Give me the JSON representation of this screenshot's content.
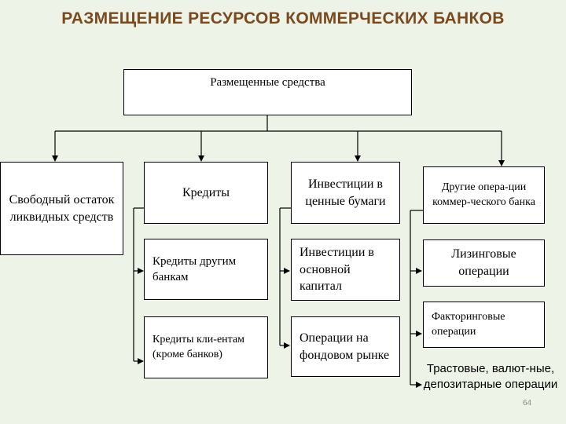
{
  "title": "РАЗМЕЩЕНИЕ РЕСУРСОВ КОММЕРЧЕСКИХ БАНКОВ",
  "root": "Размещенные средства",
  "branches": {
    "free_balance": "Свободный остаток ликвидных средств",
    "credits": "Кредиты",
    "investments": "Инвестиции в ценные бумаги",
    "other_ops": "Другие опера-ции коммер-ческого банка"
  },
  "credits_children": [
    "Кредиты другим банкам",
    "Кредиты кли-ентам (кроме банков)"
  ],
  "investments_children": [
    "Инвестиции в основной капитал",
    "Операции на фондовом рынке"
  ],
  "other_children": [
    "Лизинговые операции",
    "Факторинговые операции",
    "Трастовые, валют-ные, депозитарные операции"
  ],
  "page_number": "64"
}
